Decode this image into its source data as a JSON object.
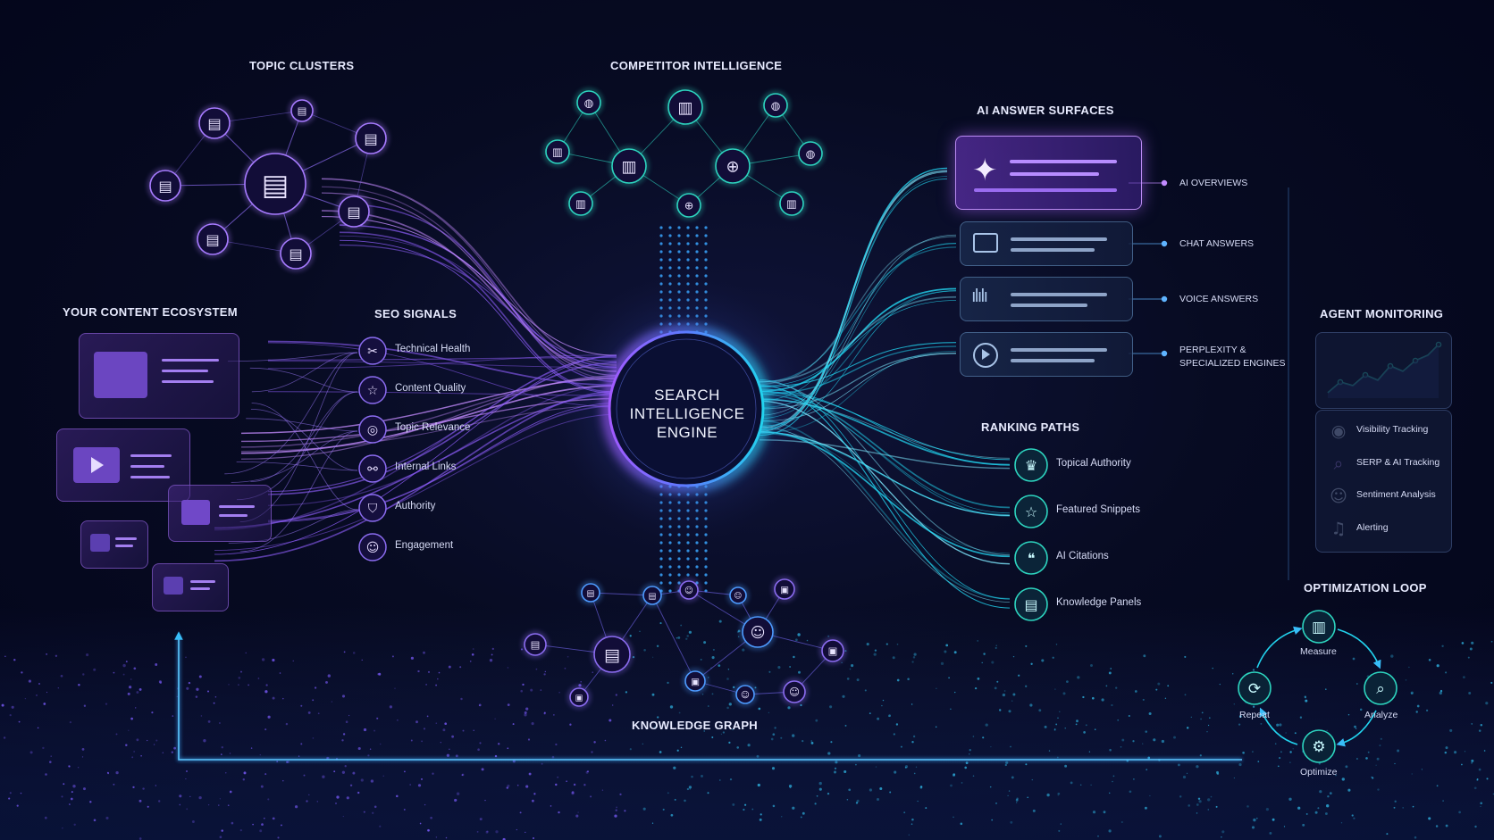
{
  "engine": {
    "title": "SEARCH\nINTELLIGENCE\nENGINE"
  },
  "sections": {
    "topic_clusters": "TOPIC CLUSTERS",
    "competitor_intelligence": "COMPETITOR INTELLIGENCE",
    "ai_answer_surfaces": "AI ANSWER SURFACES",
    "your_content_ecosystem": "YOUR CONTENT ECOSYSTEM",
    "seo_signals": "SEO SIGNALS",
    "agent_monitoring": "AGENT MONITORING",
    "ranking_paths": "RANKING PATHS",
    "optimization_loop": "OPTIMIZATION LOOP",
    "knowledge_graph": "KNOWLEDGE GRAPH"
  },
  "seo_signals": [
    {
      "label": "Technical Health",
      "icon": "tools-icon"
    },
    {
      "label": "Content Quality",
      "icon": "star-icon"
    },
    {
      "label": "Topic Relevance",
      "icon": "target-icon"
    },
    {
      "label": "Internal Links",
      "icon": "link-icon"
    },
    {
      "label": "Authority",
      "icon": "shield-icon"
    },
    {
      "label": "Engagement",
      "icon": "users-icon"
    }
  ],
  "ai_surfaces": [
    {
      "label": "AI OVERVIEWS",
      "icon": "sparkle-icon"
    },
    {
      "label": "CHAT ANSWERS",
      "icon": "chat-icon"
    },
    {
      "label": "VOICE ANSWERS",
      "icon": "voice-icon"
    },
    {
      "label": "PERPLEXITY &",
      "label2": "SPECIALIZED ENGINES",
      "icon": "play-icon"
    }
  ],
  "ranking_paths": [
    {
      "label": "Topical Authority",
      "icon": "crown-icon"
    },
    {
      "label": "Featured Snippets",
      "icon": "star-icon"
    },
    {
      "label": "AI Citations",
      "icon": "quote-icon"
    },
    {
      "label": "Knowledge Panels",
      "icon": "panel-icon"
    }
  ],
  "agent_monitoring": [
    {
      "label": "Visibility Tracking",
      "icon": "eye-icon"
    },
    {
      "label": "SERP & AI Tracking",
      "icon": "search-icon"
    },
    {
      "label": "Sentiment Analysis",
      "icon": "smile-icon"
    },
    {
      "label": "Alerting",
      "icon": "bell-icon"
    }
  ],
  "optimization_loop": {
    "measure": "Measure",
    "analyze": "Analyze",
    "optimize": "Optimize",
    "repeat": "Repeat"
  },
  "colors": {
    "purple": "#8b5cf6",
    "purple_light": "#b58cff",
    "cyan": "#22d3ee",
    "teal": "#2dd4bf",
    "blue": "#3b82f6",
    "background": "#050821"
  }
}
